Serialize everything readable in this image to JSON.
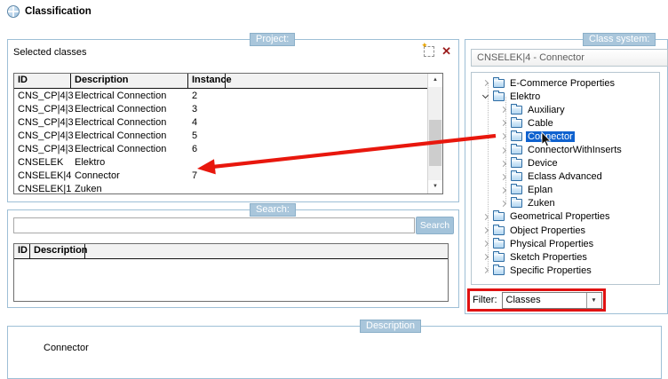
{
  "window": {
    "title": "Classification"
  },
  "colors": {
    "badge_bg": "#a9c6db",
    "panel_border": "#9ebfd6",
    "tree_selection_bg": "#0f62cf",
    "annotation_red": "#e01212"
  },
  "icons": {
    "delete_glyph": "✕",
    "scroll_up_glyph": "▲",
    "scroll_down_glyph": "▼",
    "dropdown_arrow_glyph": "▼"
  },
  "project_panel": {
    "badge": "Project:",
    "header": "Selected classes",
    "table": {
      "columns": [
        "ID",
        "Description",
        "Instance"
      ],
      "rows": [
        {
          "id": "CNS_CP|4|3",
          "description": "Electrical Connection",
          "instance": "2"
        },
        {
          "id": "CNS_CP|4|3",
          "description": "Electrical Connection",
          "instance": "3"
        },
        {
          "id": "CNS_CP|4|3",
          "description": "Electrical Connection",
          "instance": "4"
        },
        {
          "id": "CNS_CP|4|3",
          "description": "Electrical Connection",
          "instance": "5"
        },
        {
          "id": "CNS_CP|4|3",
          "description": "Electrical Connection",
          "instance": "6"
        },
        {
          "id": "CNSELEK",
          "description": "Elektro",
          "instance": ""
        },
        {
          "id": "CNSELEK|4",
          "description": "Connector",
          "instance": "7"
        },
        {
          "id": "CNSELEK|1",
          "description": "Zuken",
          "instance": ""
        }
      ]
    }
  },
  "search_panel": {
    "badge": "Search:",
    "input_value": "",
    "button_label": "Search",
    "table": {
      "columns": [
        "ID",
        "Description"
      ],
      "rows": []
    }
  },
  "class_system_panel": {
    "badge": "Class system:",
    "selected_path": "CNSELEK|4 - Connector",
    "tree": [
      {
        "label": "E-Commerce Properties",
        "level": 0,
        "state": "collapsed",
        "selected": false
      },
      {
        "label": "Elektro",
        "level": 0,
        "state": "expanded",
        "selected": false
      },
      {
        "label": "Auxiliary",
        "level": 1,
        "state": "collapsed",
        "selected": false
      },
      {
        "label": "Cable",
        "level": 1,
        "state": "collapsed",
        "selected": false
      },
      {
        "label": "Connector",
        "level": 1,
        "state": "collapsed",
        "selected": true
      },
      {
        "label": "ConnectorWithInserts",
        "level": 1,
        "state": "collapsed",
        "selected": false
      },
      {
        "label": "Device",
        "level": 1,
        "state": "collapsed",
        "selected": false
      },
      {
        "label": "Eclass Advanced",
        "level": 1,
        "state": "collapsed",
        "selected": false
      },
      {
        "label": "Eplan",
        "level": 1,
        "state": "collapsed",
        "selected": false
      },
      {
        "label": "Zuken",
        "level": 1,
        "state": "collapsed",
        "selected": false
      },
      {
        "label": "Geometrical Properties",
        "level": 0,
        "state": "collapsed",
        "selected": false
      },
      {
        "label": "Object Properties",
        "level": 0,
        "state": "collapsed",
        "selected": false
      },
      {
        "label": "Physical Properties",
        "level": 0,
        "state": "collapsed",
        "selected": false
      },
      {
        "label": "Sketch Properties",
        "level": 0,
        "state": "collapsed",
        "selected": false
      },
      {
        "label": "Specific Properties",
        "level": 0,
        "state": "collapsed",
        "selected": false
      }
    ],
    "filter": {
      "label": "Filter:",
      "value": "Classes"
    }
  },
  "description_panel": {
    "badge": "Description",
    "text": "Connector"
  }
}
